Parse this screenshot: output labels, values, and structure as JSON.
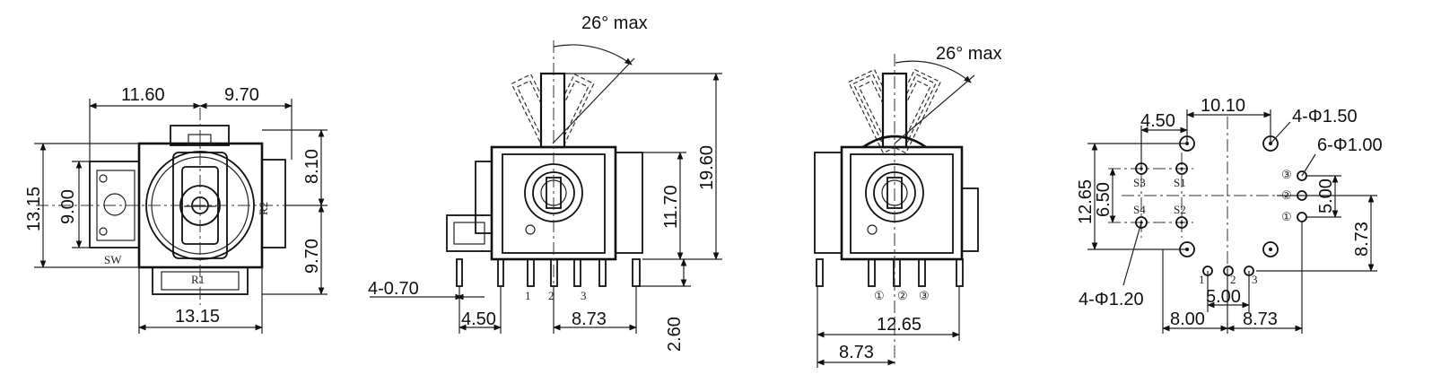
{
  "views": {
    "top": {
      "dims": {
        "width_left": "11.60",
        "width_right": "9.70",
        "bottom_width": "13.15",
        "left_height": "13.15",
        "inner_height": "9.00",
        "right_upper": "8.10",
        "right_lower": "9.70"
      },
      "labels": {
        "sw": "SW",
        "r1": "R1",
        "r2": "R2"
      }
    },
    "front": {
      "dims": {
        "angle": "26° max",
        "height_total": "19.60",
        "height_body": "11.70",
        "pin_spec": "4-0.70",
        "pin_offset": "4.50",
        "pin_spacing": "8.73",
        "pin_length": "2.60"
      },
      "pins": [
        "1",
        "2",
        "3"
      ]
    },
    "side": {
      "dims": {
        "angle": "26° max",
        "width": "12.65",
        "offset": "8.73"
      },
      "pins": [
        "①",
        "②",
        "③"
      ]
    },
    "pcb": {
      "dims": {
        "top_offset": "4.50",
        "top_width": "10.10",
        "hole_large": "4-Φ1.50",
        "hole_medium": "6-Φ1.00",
        "hole_small": "4-Φ1.20",
        "left_height": "12.65",
        "inner_height": "6.50",
        "right_upper": "5.00",
        "right_lower": "8.73",
        "bottom_pitch": "5.00",
        "bottom_left": "8.00",
        "bottom_right": "8.73"
      },
      "labels": {
        "s1": "S1",
        "s2": "S2",
        "s3": "S3",
        "s4": "S4",
        "p1": "1",
        "p2": "2",
        "p3": "3",
        "c1": "①",
        "c2": "②",
        "c3": "③"
      }
    }
  }
}
